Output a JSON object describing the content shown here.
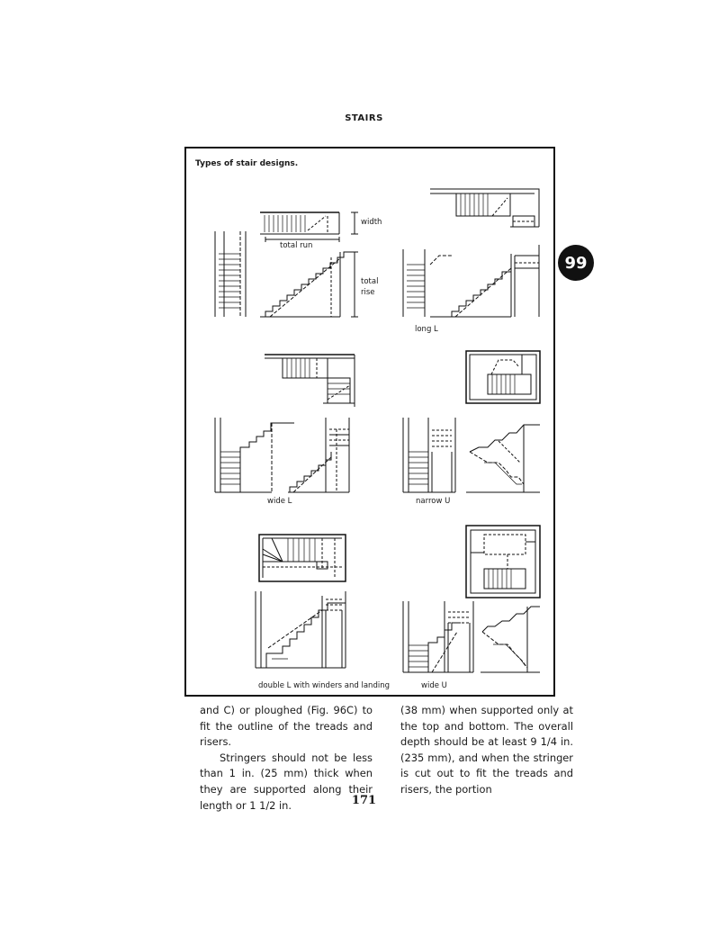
{
  "page": {
    "header": "STAIRS",
    "section_badge": "99",
    "page_number": "171"
  },
  "figure": {
    "title": "Types of stair designs.",
    "labels": {
      "width": "width",
      "total_run": "total run",
      "total_rise_line1": "total",
      "total_rise_line2": "rise",
      "long_l": "long L",
      "wide_l": "wide L",
      "narrow_u": "narrow U",
      "double_l": "double L with winders and landing",
      "wide_u": "wide U"
    }
  },
  "body_text": {
    "left_p1": "and C) or ploughed (Fig. 96C) to fit the outline of the treads and risers.",
    "left_p2": "Stringers should not be less than 1 in. (25 mm) thick when they are supported along their length or 1 1/2 in.",
    "right_p1": "(38 mm) when supported only at the top and bottom. The overall depth should be at least 9 1/4 in. (235 mm), and when the stringer is cut out to fit the treads and risers, the portion"
  }
}
